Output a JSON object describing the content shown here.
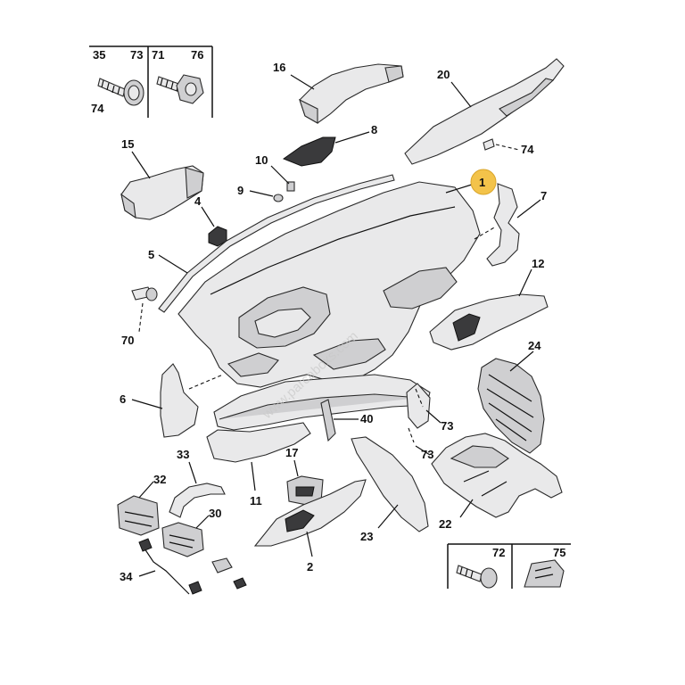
{
  "diagram": {
    "watermark": "www.parcaboxs.com",
    "labels": {
      "p1": "1",
      "p2": "2",
      "p4": "4",
      "p5": "5",
      "p6": "6",
      "p7": "7",
      "p8": "8",
      "p9": "9",
      "p10": "10",
      "p11": "11",
      "p12": "12",
      "p15": "15",
      "p16": "16",
      "p17": "17",
      "p20": "20",
      "p22": "22",
      "p23": "23",
      "p24": "24",
      "p30": "30",
      "p32": "32",
      "p33": "33",
      "p34": "34",
      "p40": "40",
      "p70": "70",
      "p73a": "73",
      "p73b": "73",
      "p74a": "74",
      "box_tl_35": "35",
      "box_tl_73": "73",
      "box_tl_71": "71",
      "box_tl_76": "76",
      "box_tl_74": "74",
      "box_br_72": "72",
      "box_br_75": "75"
    },
    "highlight_color": "#f3c34a"
  }
}
